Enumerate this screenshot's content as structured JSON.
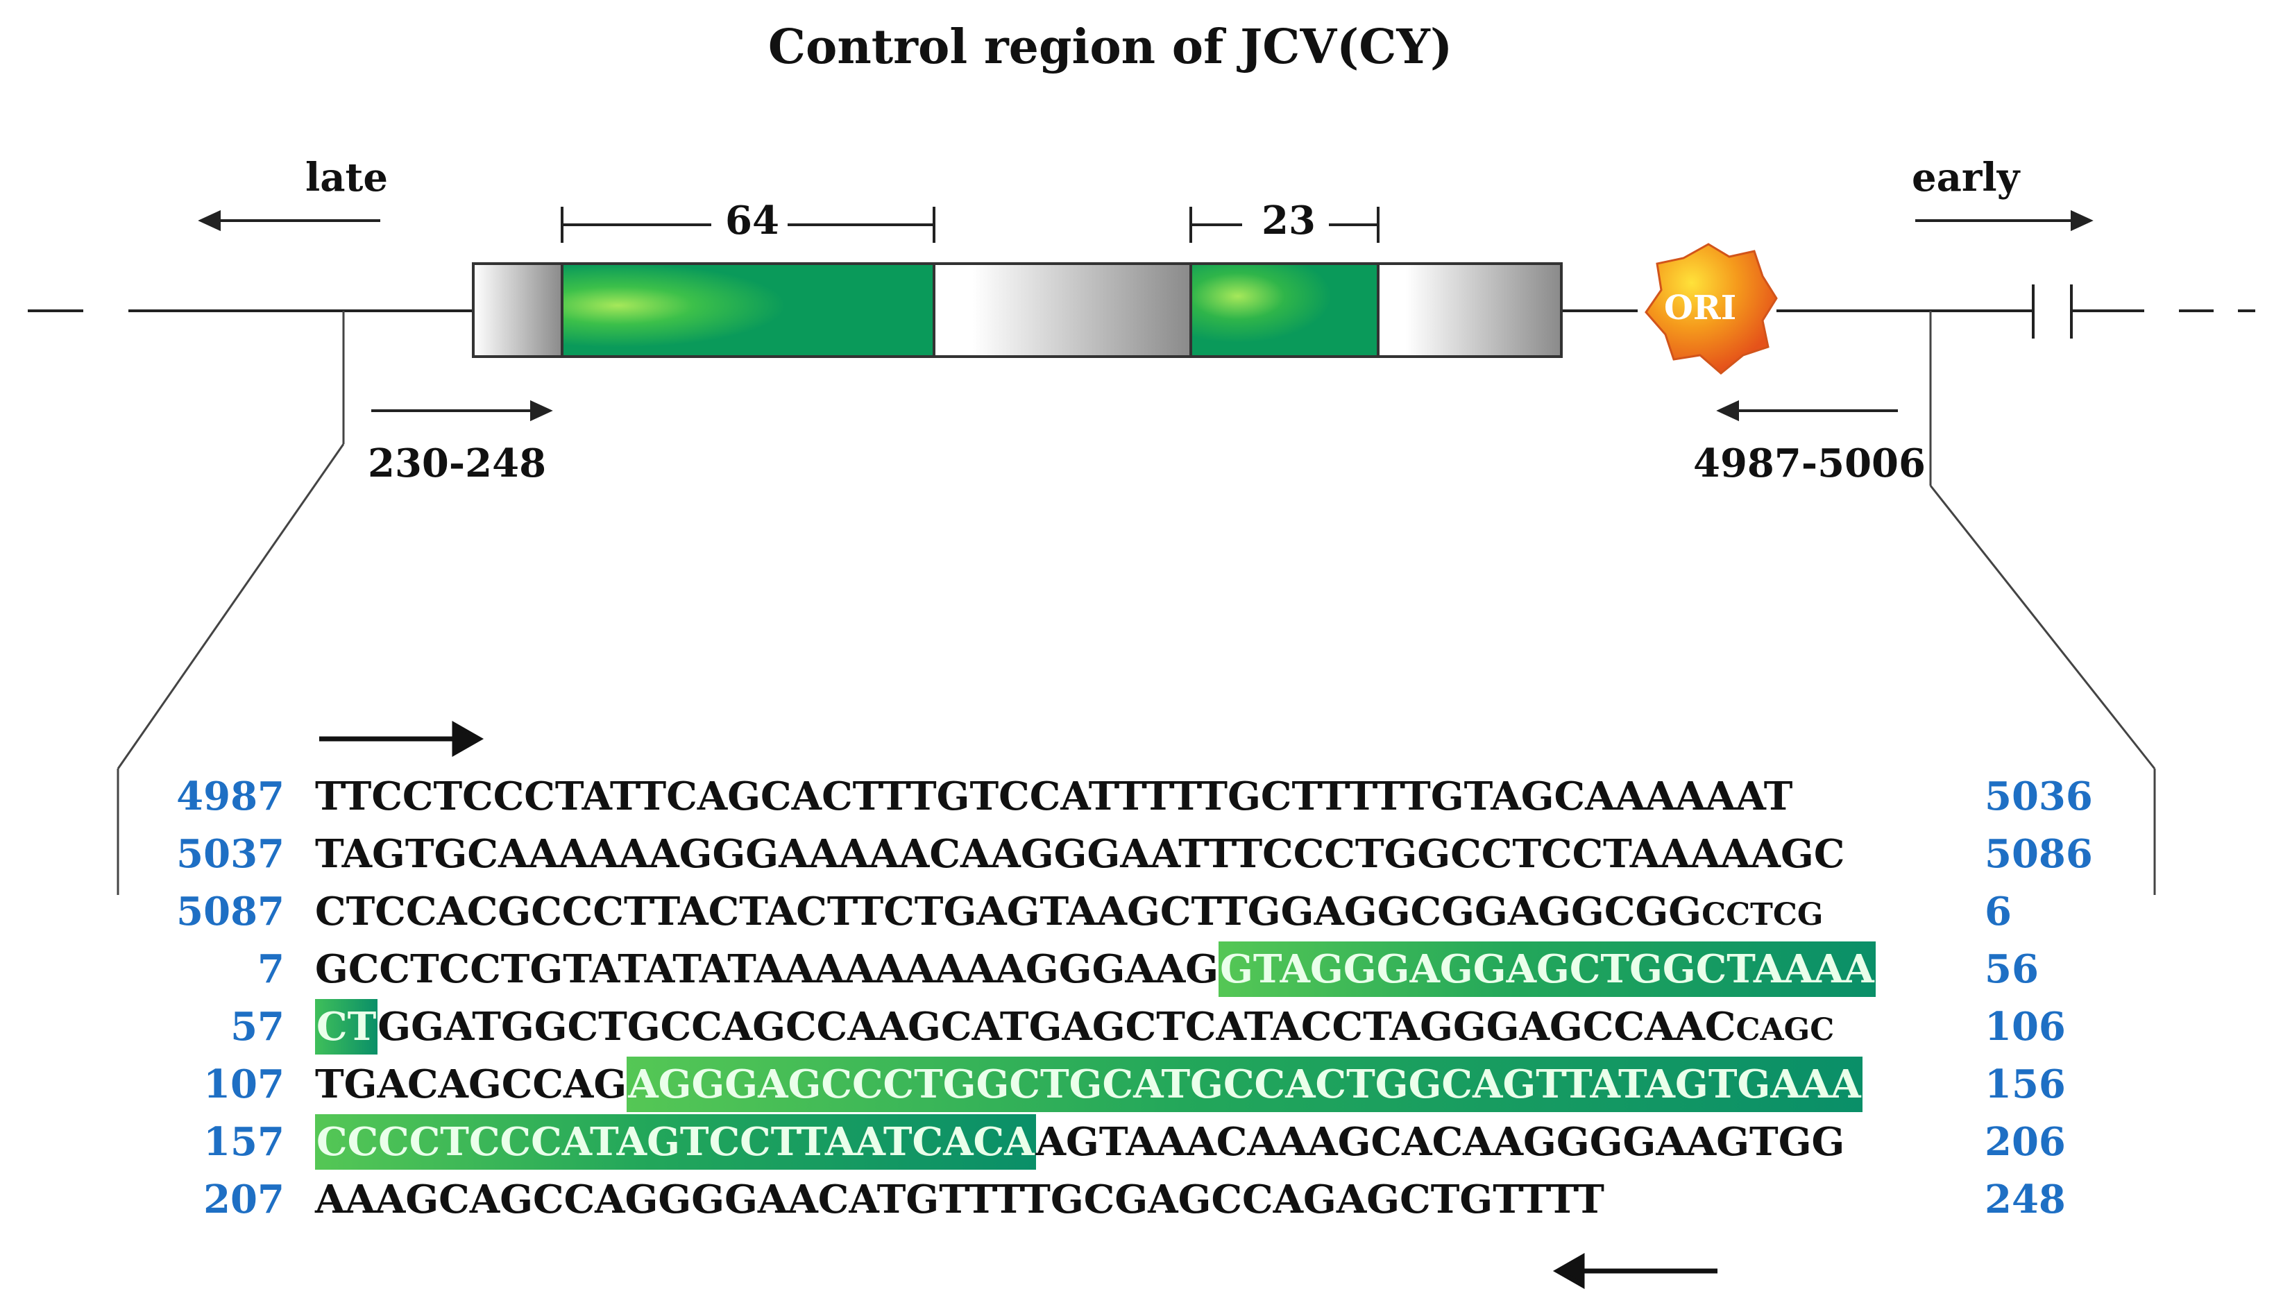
{
  "title": "Control region of JCV(CY)",
  "diagram": {
    "late_label": "late",
    "early_label": "early",
    "repeat_64_label": "64",
    "repeat_23_label": "23",
    "ori_label": "ORI",
    "primer_left_label": "230-248",
    "primer_right_label": "4987-5006",
    "colors": {
      "green_dark": "#0a8f68",
      "green_light": "#7ee06a",
      "gray": "#9a9a9a",
      "ori_orange": "#f07a1a",
      "number_blue": "#1e6fc4"
    }
  },
  "sequence_rows": [
    {
      "start": "4987",
      "end": "5036",
      "parts": [
        {
          "t": "TTCCTCCCTATTCAGCACTTTGTCCATTTTTGCTTTTTGTAGCAAAAAAT",
          "hl": false
        }
      ]
    },
    {
      "start": "5037",
      "end": "5086",
      "parts": [
        {
          "t": "TAGTGCAAAAAAGGGAAAAACAAGGGAATTTCCCTGGCCTCCTAAAAAGC",
          "hl": false
        }
      ]
    },
    {
      "start": "5087",
      "end": "6",
      "parts": [
        {
          "t": "CTCCACGCCCTTACTACTTCTGAGTAAGCTTGGAGGCGGAGGCGG",
          "hl": false
        },
        {
          "t": "CCTCG",
          "hl": false,
          "small": true
        }
      ]
    },
    {
      "start": "7",
      "end": "56",
      "parts": [
        {
          "t": "GCCTCCTGTATATATAAAAAAAAAGGGAAG",
          "hl": false
        },
        {
          "t": "GTAGGGAGGAGCTGGCTAAAA",
          "hl": true
        }
      ]
    },
    {
      "start": "57",
      "end": "106",
      "parts": [
        {
          "t": "CT",
          "hl": true
        },
        {
          "t": "GGATGGCTGCCAGCCAAGCATGAGCTCATACCTAGGGAGCCAAC",
          "hl": false
        },
        {
          "t": "CAGC",
          "hl": false,
          "small": true
        }
      ]
    },
    {
      "start": "107",
      "end": "156",
      "parts": [
        {
          "t": "TGACAGCCAG",
          "hl": false
        },
        {
          "t": "AGGGAGCCCTGGCTGCATGCCACTGGCAGTTATAGTGAAA",
          "hl": true
        }
      ]
    },
    {
      "start": "157",
      "end": "206",
      "parts": [
        {
          "t": "CCCCTCCCATAGTCCTTAATCACA",
          "hl": true
        },
        {
          "t": "AGTAAACAAAGCACAAGGGGAAGTGG",
          "hl": false
        }
      ]
    },
    {
      "start": "207",
      "end": "248",
      "parts": [
        {
          "t": "AAAGCAGCCAGGGGAACATGTTTTGCGAGCCAGAGCTGTTTT",
          "hl": false
        }
      ]
    }
  ]
}
